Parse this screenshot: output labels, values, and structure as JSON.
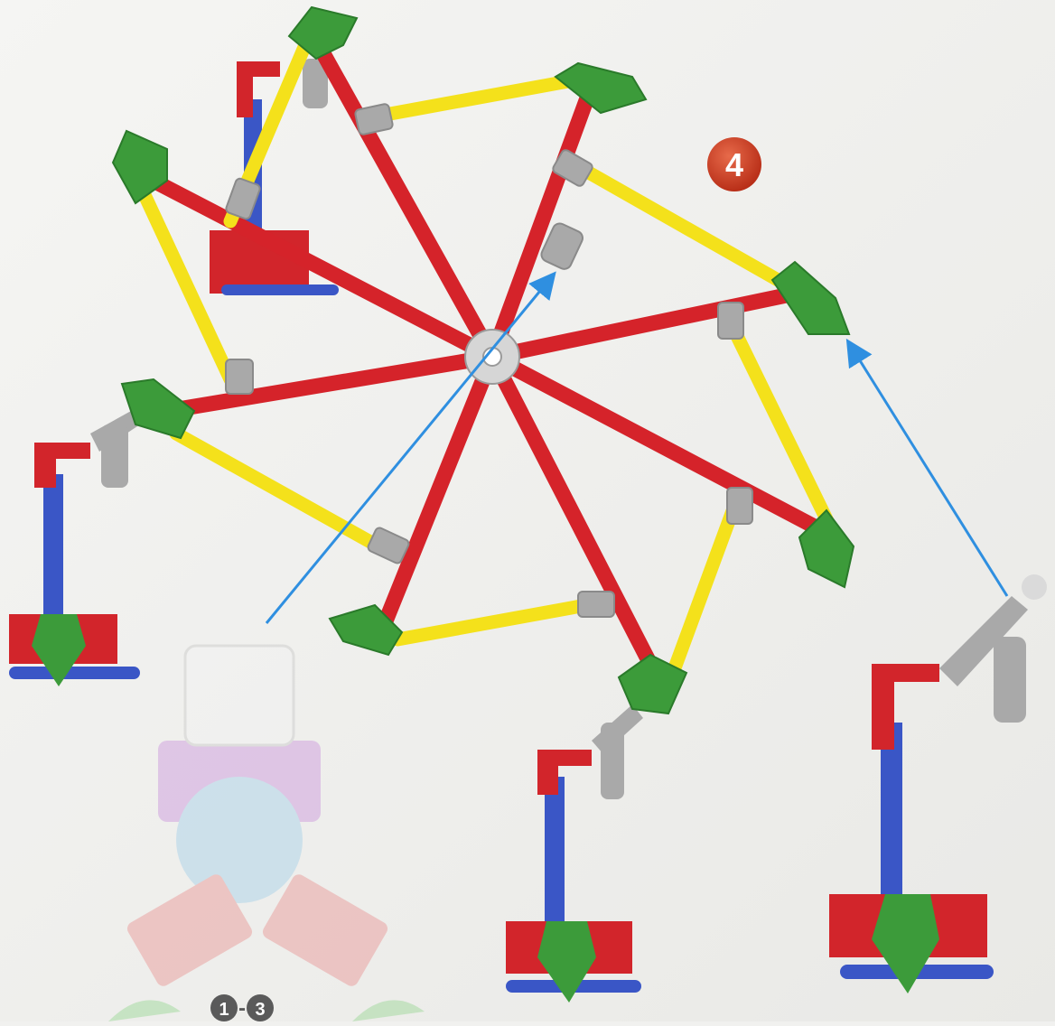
{
  "step": {
    "number": "4",
    "badge_color": "#c8361e"
  },
  "previous_steps": {
    "label_start": "1",
    "separator": "-",
    "label_end": "3"
  },
  "colors": {
    "spoke_red": "#d5232a",
    "rod_yellow": "#f4e11b",
    "rod_blue": "#3a56c6",
    "connector_green": "#3c9b3a",
    "connector_red": "#d2252b",
    "clip_gray": "#a9a9a9",
    "arrow_blue": "#2f8fe0",
    "hub_gray": "#d6d6d6"
  },
  "parts": {
    "spokes_count": 8,
    "rim_rods_count": 8
  }
}
